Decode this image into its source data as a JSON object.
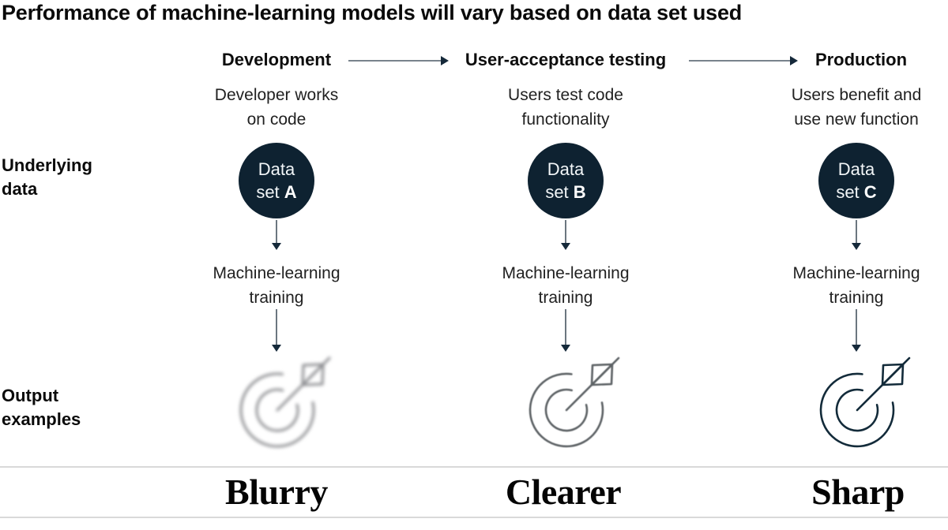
{
  "title": "Performance of machine-learning models will vary based on data set used",
  "side_labels": {
    "underlying_data": {
      "line1": "Underlying",
      "line2": "data"
    },
    "output_examples": {
      "line1": "Output",
      "line2": "examples"
    }
  },
  "columns": [
    {
      "stage": "Development",
      "description_line1": "Developer works",
      "description_line2": "on code",
      "dataset_word": "Data",
      "dataset_set_word": "set",
      "dataset_letter": "A",
      "training_line1": "Machine-learning",
      "training_line2": "training",
      "output_icon": "target-arrow-icon",
      "output_clarity": "blurry",
      "output_label": "Blurry"
    },
    {
      "stage": "User-acceptance testing",
      "description_line1": "Users test code",
      "description_line2": "functionality",
      "dataset_word": "Data",
      "dataset_set_word": "set",
      "dataset_letter": "B",
      "training_line1": "Machine-learning",
      "training_line2": "training",
      "output_icon": "target-arrow-icon",
      "output_clarity": "clearer",
      "output_label": "Clearer"
    },
    {
      "stage": "Production",
      "description_line1": "Users benefit and",
      "description_line2": "use new function",
      "dataset_word": "Data",
      "dataset_set_word": "set",
      "dataset_letter": "C",
      "training_line1": "Machine-learning",
      "training_line2": "training",
      "output_icon": "target-arrow-icon",
      "output_clarity": "sharp",
      "output_label": "Sharp"
    }
  ],
  "colors": {
    "dataset_circle": "#0e2231",
    "circle_text": "#f2f6f8",
    "arrow_line": "#78838c",
    "arrow_head": "#15293a",
    "divider": "#d9d9d9"
  }
}
